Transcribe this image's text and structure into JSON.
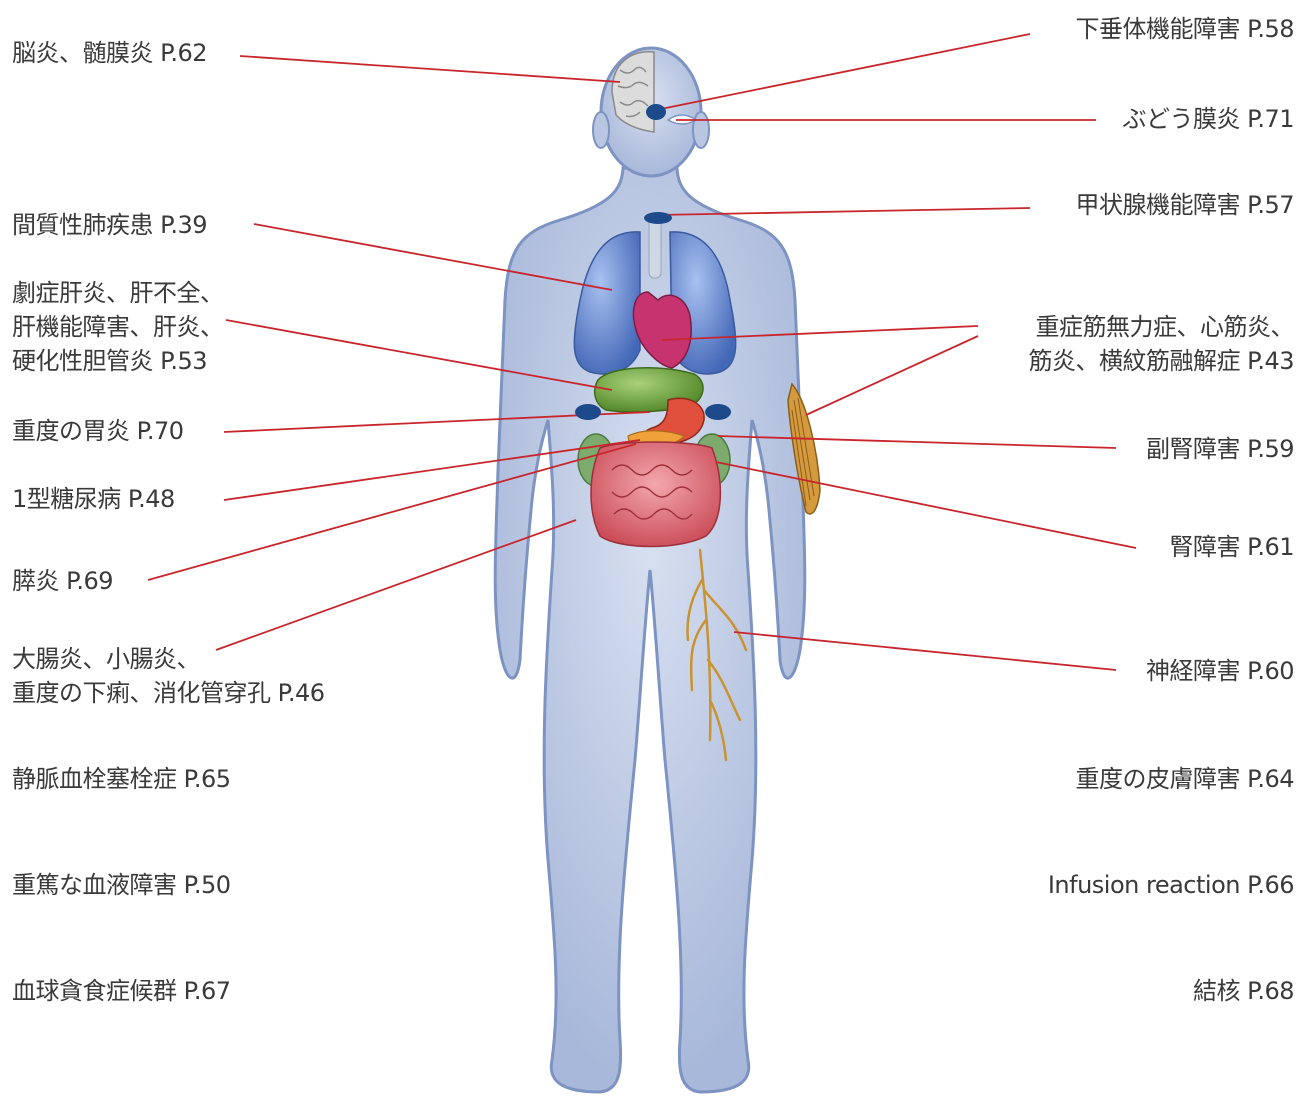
{
  "labels": {
    "brain": [
      "脳炎、髄膜炎 P.62"
    ],
    "pituitary": [
      "下垂体機能障害 P.58"
    ],
    "uveitis": [
      "ぶどう膜炎 P.71"
    ],
    "lung": [
      "間質性肺疾患 P.39"
    ],
    "thyroid": [
      "甲状腺機能障害 P.57"
    ],
    "liver": [
      "劇症肝炎、肝不全、",
      "肝機能障害、肝炎、",
      "硬化性胆管炎 P.53"
    ],
    "muscle": [
      "重症筋無力症、心筋炎、",
      "筋炎、横紋筋融解症 P.43"
    ],
    "stomach": [
      "重度の胃炎 P.70"
    ],
    "adrenal": [
      "副腎障害 P.59"
    ],
    "diabetes": [
      "1型糖尿病 P.48"
    ],
    "kidney": [
      "腎障害 P.61"
    ],
    "pancreas": [
      "膵炎 P.69"
    ],
    "intestine": [
      "大腸炎、小腸炎、",
      "重度の下痢、消化管穿孔 P.46"
    ],
    "nerve": [
      "神経障害 P.60"
    ],
    "vte": [
      "静脈血栓塞栓症 P.65"
    ],
    "skin": [
      "重度の皮膚障害 P.64"
    ],
    "blood": [
      "重篤な血液障害 P.50"
    ],
    "infusion": [
      "Infusion reaction P.66"
    ],
    "hlh": [
      "血球貪食症候群 P.67"
    ],
    "tb": [
      "結核 P.68"
    ]
  },
  "colors": {
    "leader_line": "#c8262c",
    "body_fill": "#b9c6e2",
    "body_edge": "#7d93c2",
    "marker": "#1d4a8a",
    "lung": "#6f8fd4",
    "heart": "#c6336f",
    "liver": "#6a9c3a",
    "stomach": "#e0503c",
    "pancreas": "#f0a23a",
    "intestine": "#d9606c",
    "kidney": "#7cab6d",
    "muscle": "#d59a3e",
    "nerve": "#c89330",
    "brain": "#d8d8d8"
  }
}
